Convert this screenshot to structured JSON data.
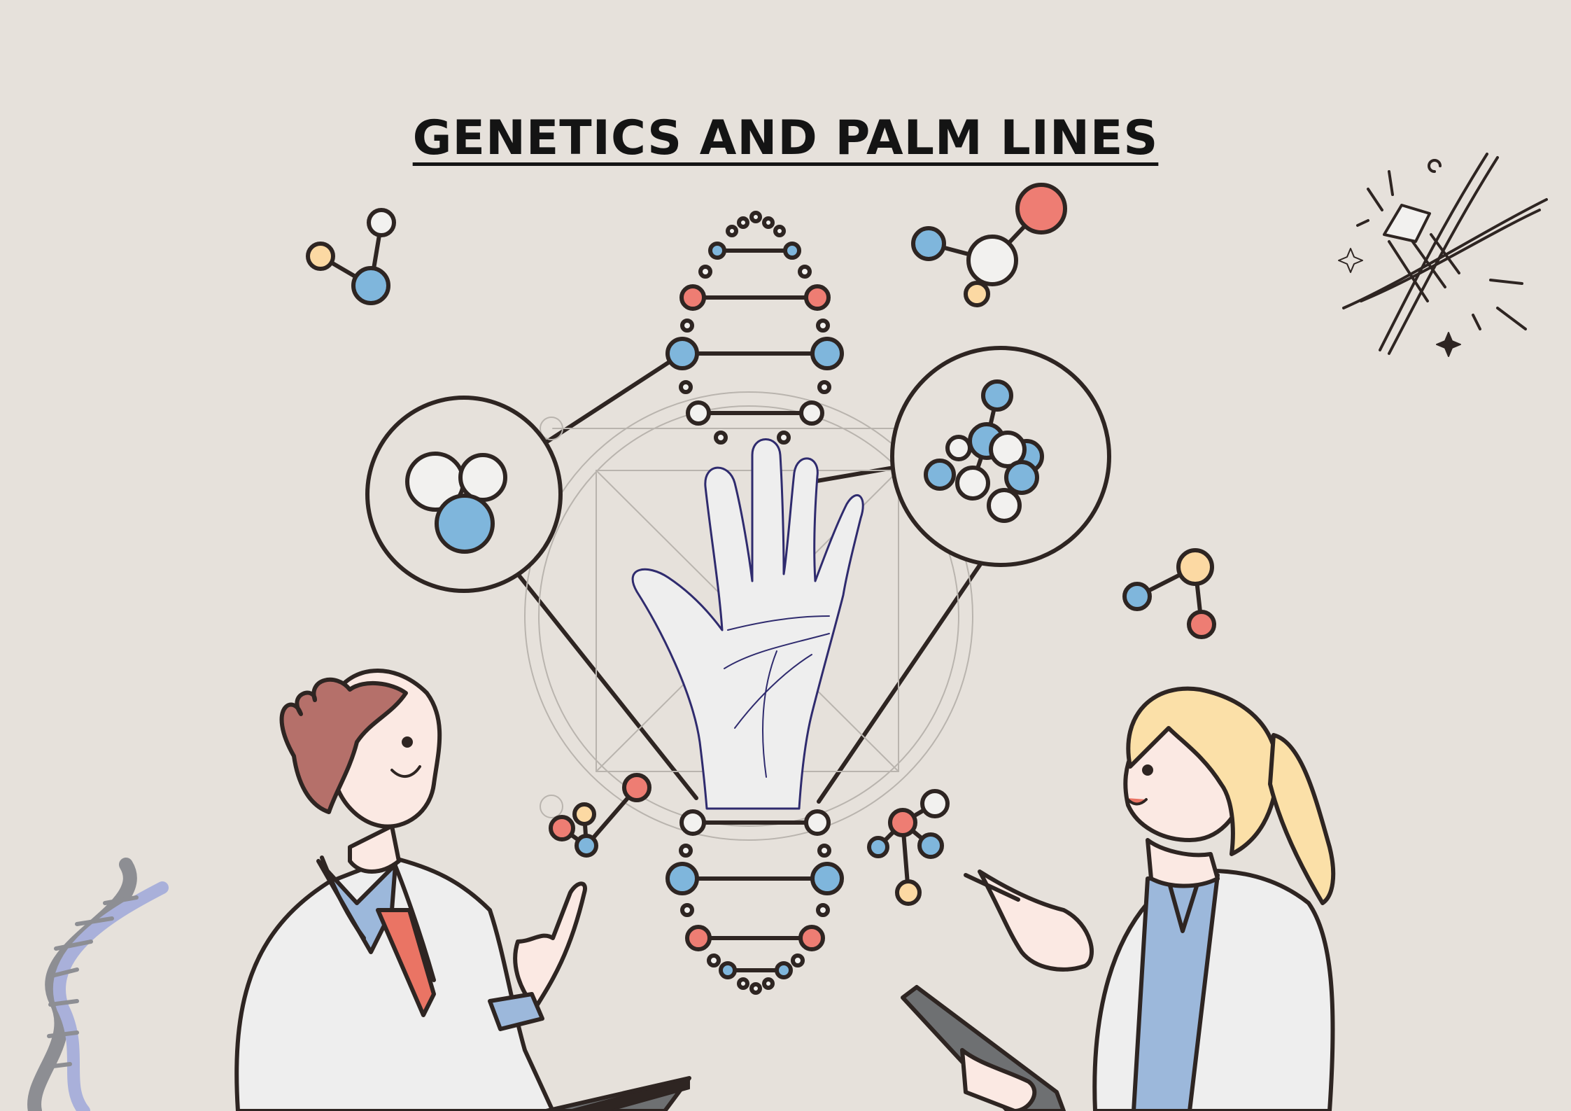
{
  "title": "GENETICS AND PALM LINES",
  "colors": {
    "background": "#e6e1db",
    "ink": "#2e2522",
    "blue": "#7fb6dc",
    "red": "#ee7d73",
    "yellow": "#fcd9a3",
    "white": "#f2f1ef",
    "hair_man": "#b5706a",
    "hair_woman": "#fbe0a8",
    "coat": "#eeeeee",
    "shirt": "#9cb8db",
    "tie": "#ea7464"
  },
  "icons": [
    "dna-helix-icon",
    "molecule-icon",
    "hand-palm-icon",
    "dna-sketch-icon",
    "dna-3d-icon",
    "scientist-man",
    "scientist-woman"
  ]
}
